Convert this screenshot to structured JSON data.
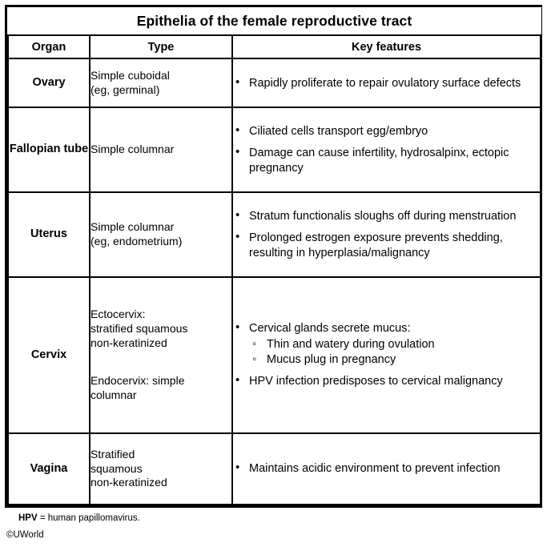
{
  "table": {
    "title": "Epithelia of the female reproductive tract",
    "columns": [
      {
        "key": "organ",
        "label": "Organ"
      },
      {
        "key": "type",
        "label": "Type"
      },
      {
        "key": "features",
        "label": "Key features"
      }
    ],
    "rows": [
      {
        "organ": "Ovary",
        "type_lines": [
          "Simple cuboidal",
          "(eg, germinal)"
        ],
        "features": [
          {
            "text": "Rapidly proliferate to repair ovulatory surface defects",
            "sub": []
          }
        ]
      },
      {
        "organ": "Fallopian tube",
        "type_lines": [
          "Simple columnar"
        ],
        "features": [
          {
            "text": "Ciliated cells transport egg/embryo",
            "sub": []
          },
          {
            "text": "Damage can cause infertility, hydrosalpinx, ectopic pregnancy",
            "sub": []
          }
        ]
      },
      {
        "organ": "Uterus",
        "type_lines": [
          "Simple columnar",
          "(eg, endometrium)"
        ],
        "features": [
          {
            "text": "Stratum functionalis sloughs off during menstruation",
            "sub": []
          },
          {
            "text": "Prolonged estrogen exposure prevents shedding, resulting in hyperplasia/malignancy",
            "sub": []
          }
        ]
      },
      {
        "organ": "Cervix",
        "type_lines": [
          "Ectocervix:",
          "stratified squamous",
          "non-keratinized",
          "",
          "Endocervix: simple",
          "columnar"
        ],
        "features": [
          {
            "text": "Cervical glands secrete mucus:",
            "sub": [
              "Thin and watery during ovulation",
              "Mucus plug in pregnancy"
            ]
          },
          {
            "text": "HPV infection predisposes to cervical malignancy",
            "sub": []
          }
        ]
      },
      {
        "organ": "Vagina",
        "type_lines": [
          "Stratified",
          "squamous",
          "non-keratinized"
        ],
        "features": [
          {
            "text": "Maintains acidic environment to prevent infection",
            "sub": []
          }
        ]
      }
    ]
  },
  "footnotes": {
    "abbreviation_term": "HPV",
    "abbreviation_definition": "= human papillomavirus.",
    "copyright": "©UWorld"
  },
  "colors": {
    "background": "#ffffff",
    "text": "#000000",
    "border": "#000000"
  }
}
